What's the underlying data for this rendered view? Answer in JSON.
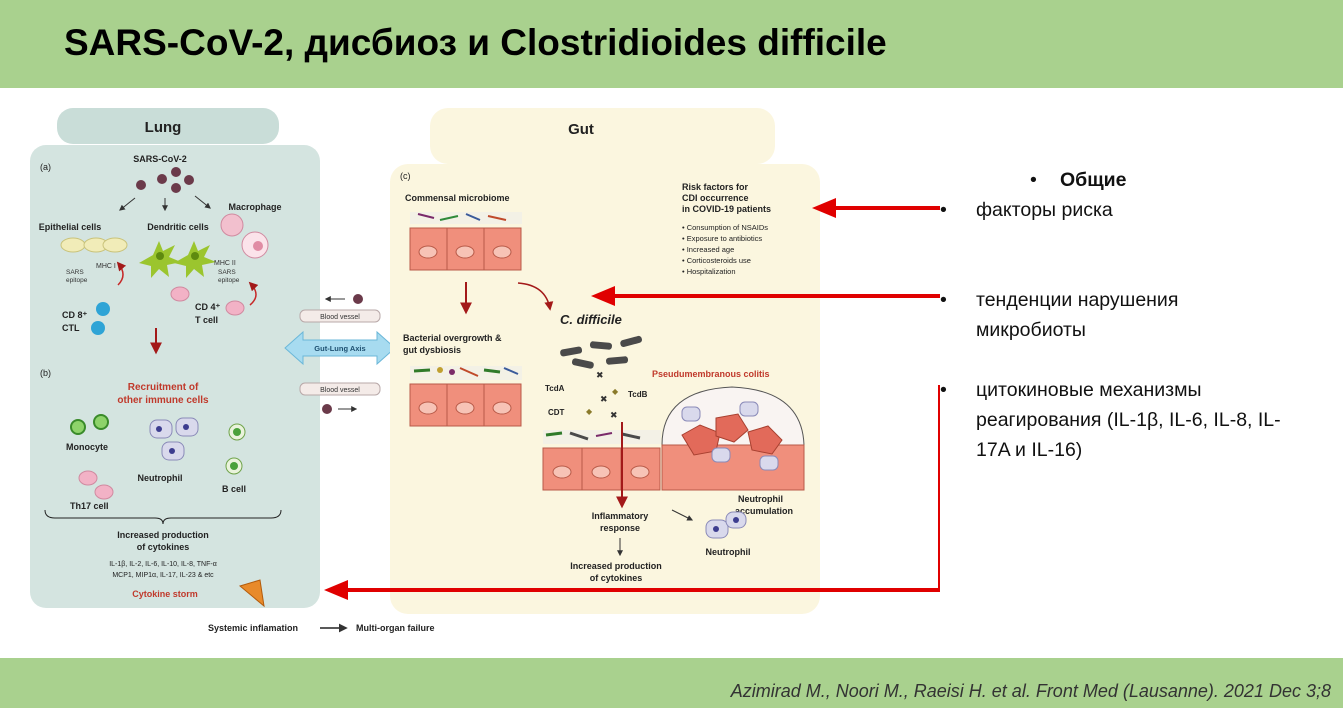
{
  "slide": {
    "title": "SARS-CoV-2, дисбиоз и Clostridioides difficile",
    "citation": "Azimirad M., Noori M., Raeisi H. et al. Front Med (Lausanne). 2021 Dec 3;8"
  },
  "figure": {
    "lung": {
      "header": "Lung",
      "panel_a": "(a)",
      "virus": "SARS-CoV-2",
      "epithelial": "Epithelial cells",
      "dendritic": "Dendritic cells",
      "macrophage": "Macrophage",
      "mhc1": "MHC I",
      "mhc2": "MHC II",
      "sars_epitope": "SARS",
      "epitope": "epitope",
      "cd8": "CD 8⁺",
      "ctl": "CTL",
      "cd4": "CD 4⁺",
      "tcell": "T cell",
      "panel_b": "(b)",
      "recruit1": "Recruitment of",
      "recruit2": "other immune cells",
      "monocyte": "Monocyte",
      "neutrophil": "Neutrophil",
      "th17": "Th17 cell",
      "bcell": "B cell",
      "cytokines1": "Increased production",
      "cytokines2": "of cytokines",
      "cyto_list1": "IL-1β, IL-2, IL-6, IL-10, IL-8, TNF-α",
      "cyto_list2": "MCP1, MIP1α, IL-17, IL-23 & etc",
      "storm": "Cytokine storm"
    },
    "axis": {
      "blood_vessel": "Blood vessel",
      "gut_lung": "Gut-Lung Axis"
    },
    "gut": {
      "header": "Gut",
      "panel_c": "(c)",
      "commensal": "Commensal microbiome",
      "risk_title1": "Risk factors for",
      "risk_title2": "CDI occurrence",
      "risk_title3": "in COVID-19 patients",
      "risks": [
        "Consumption of NSAIDs",
        "Exposure to antibiotics",
        "Increased age",
        "Corticosteroids use",
        "Hospitalization"
      ],
      "overgrowth1": "Bacterial overgrowth &",
      "overgrowth2": "gut dysbiosis",
      "cdiff": "C. difficile",
      "tcda": "TcdA",
      "tcdb": "TcdB",
      "cdt": "CDT",
      "colitis": "Pseudumembranous colitis",
      "inflammatory1": "Inflammatory",
      "inflammatory2": "response",
      "neutrophil_acc1": "Neutrophil",
      "neutrophil_acc2": "accumulation",
      "neutrophil": "Neutrophil",
      "increased1": "Increased production",
      "increased2": "of cytokines"
    },
    "bottom": {
      "systemic": "Systemic inflamation",
      "multi": "Multi-organ failure"
    }
  },
  "bullets": {
    "heading": "Общие",
    "items": [
      {
        "line1": "факторы риска"
      },
      {
        "line1": "тенденции нарушения",
        "line2": "микробиоты"
      },
      {
        "line1": "цитокиновые механизмы",
        "line2": "реагирования (IL-1β, IL-6, IL-8, IL-",
        "line3": "17A и IL-16)"
      }
    ]
  },
  "colors": {
    "banner": "#a9d18e",
    "arrow_red": "#e00000",
    "lung_panel": "#d4e4e0",
    "gut_panel": "#fbf6df",
    "crimson": "#c0392b"
  }
}
